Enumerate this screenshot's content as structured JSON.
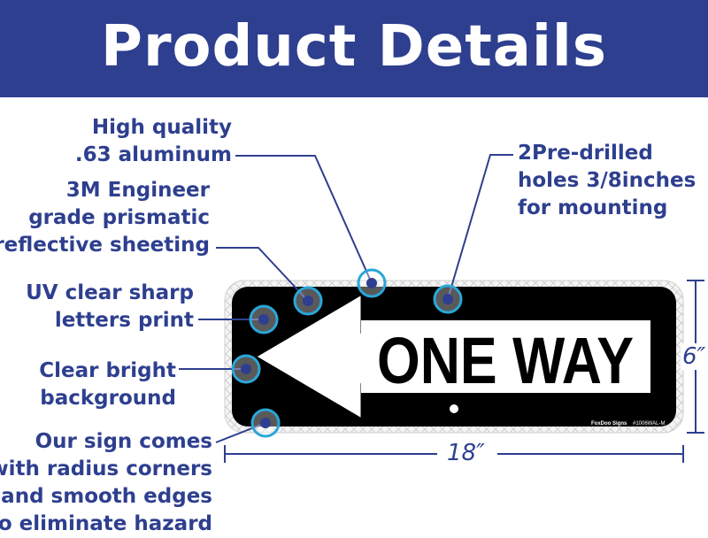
{
  "header": {
    "title": "Product Details"
  },
  "colors": {
    "brand_blue": "#2e3f8f",
    "sign_black": "#000000",
    "callout_ring": "#29a7d8"
  },
  "features": {
    "aluminum": [
      "High quality",
      ".63 aluminum"
    ],
    "sheeting": [
      "3M Engineer",
      "grade prismatic",
      "reflective sheeting"
    ],
    "uv": [
      "UV clear sharp",
      "letters print"
    ],
    "background": [
      "Clear bright",
      "background"
    ],
    "corners": [
      "Our sign comes",
      "with radius corners",
      "and smooth edges",
      "to eliminate hazard"
    ],
    "holes": [
      "2Pre-drilled",
      "holes 3/8inches",
      "for mounting"
    ]
  },
  "sign": {
    "text": "ONE WAY",
    "brand": "FoxDoo Signs",
    "sku": "#1006WAL-M"
  },
  "dimensions": {
    "width": "18″",
    "height": "6″"
  }
}
